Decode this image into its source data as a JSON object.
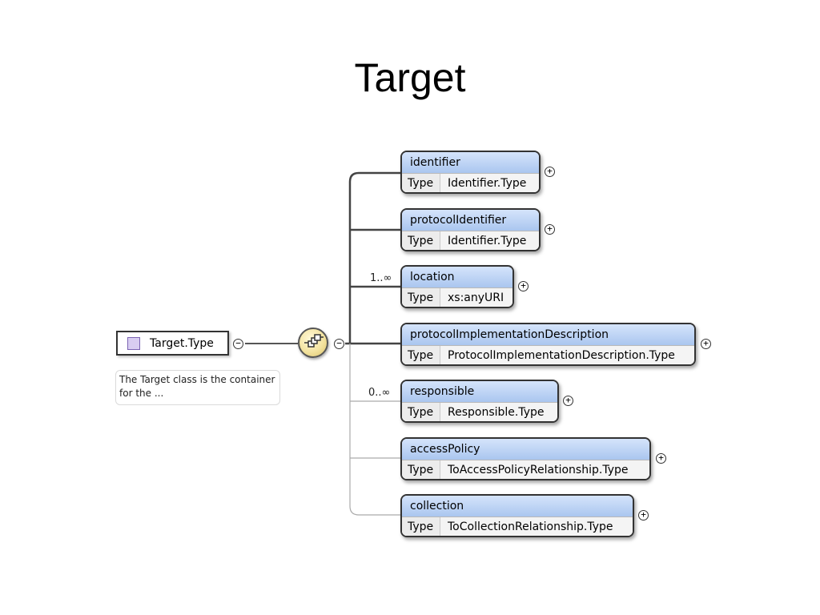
{
  "title": "Target",
  "root": {
    "name": "Target.Type",
    "description": "The Target class is the container for the ..."
  },
  "elements": [
    {
      "name": "identifier",
      "type_label": "Type",
      "type": "Identifier.Type",
      "cardinality": ""
    },
    {
      "name": "protocolIdentifier",
      "type_label": "Type",
      "type": "Identifier.Type",
      "cardinality": ""
    },
    {
      "name": "location",
      "type_label": "Type",
      "type": "xs:anyURI",
      "cardinality": "1..∞"
    },
    {
      "name": "protocolImplementationDescription",
      "type_label": "Type",
      "type": "ProtocolImplementationDescription.Type",
      "cardinality": ""
    },
    {
      "name": "responsible",
      "type_label": "Type",
      "type": "Responsible.Type",
      "cardinality": "0..∞"
    },
    {
      "name": "accessPolicy",
      "type_label": "Type",
      "type": "ToAccessPolicyRelationship.Type",
      "cardinality": ""
    },
    {
      "name": "collection",
      "type_label": "Type",
      "type": "ToCollectionRelationship.Type",
      "cardinality": ""
    }
  ],
  "icons": {
    "collapse": "minus-circle-icon",
    "expand": "plus-circle-icon",
    "sequence": "sequence-compositor-icon",
    "type": "complex-type-icon"
  },
  "colors": {
    "element_header": "#aac6ef",
    "type_swatch": "#d8cdf1",
    "sequence_fill": "#f3e3a0"
  }
}
